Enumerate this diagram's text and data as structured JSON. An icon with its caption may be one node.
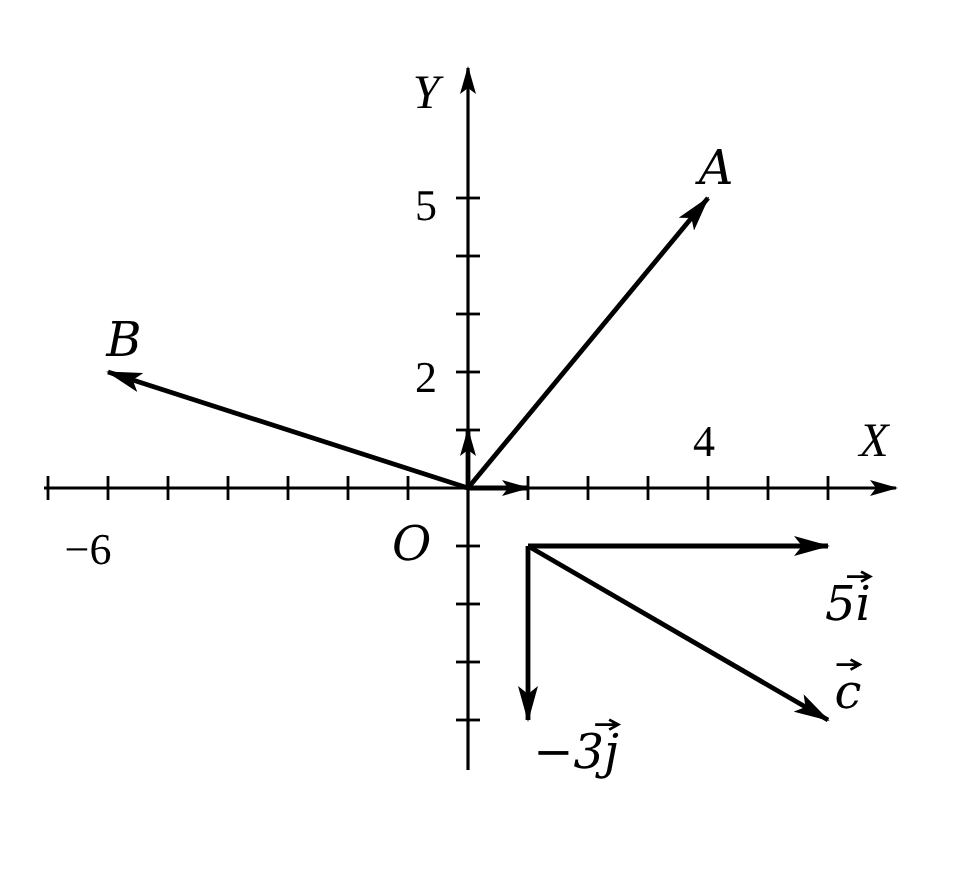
{
  "diagram": {
    "nodes": [
      {
        "text": [
          "O"
        ]
      },
      {
        "text": [
          "A"
        ]
      },
      {
        "text": [
          "B"
        ]
      },
      {
        "text": [
          "5i"
        ]
      },
      {
        "text": [
          "c"
        ]
      },
      {
        "text": [
          "−3j"
        ]
      }
    ],
    "edges": [
      {
        "from": 0,
        "to": 1,
        "arrow": "to"
      },
      {
        "from": 0,
        "to": 2,
        "arrow": "to"
      },
      {
        "from": null,
        "to": 3,
        "arrow": "to"
      },
      {
        "from": null,
        "to": 4,
        "arrow": "to"
      },
      {
        "from": null,
        "to": 5,
        "arrow": "to"
      }
    ],
    "labels": [
      "Y",
      "X",
      "5",
      "2",
      "4",
      "−6"
    ]
  }
}
